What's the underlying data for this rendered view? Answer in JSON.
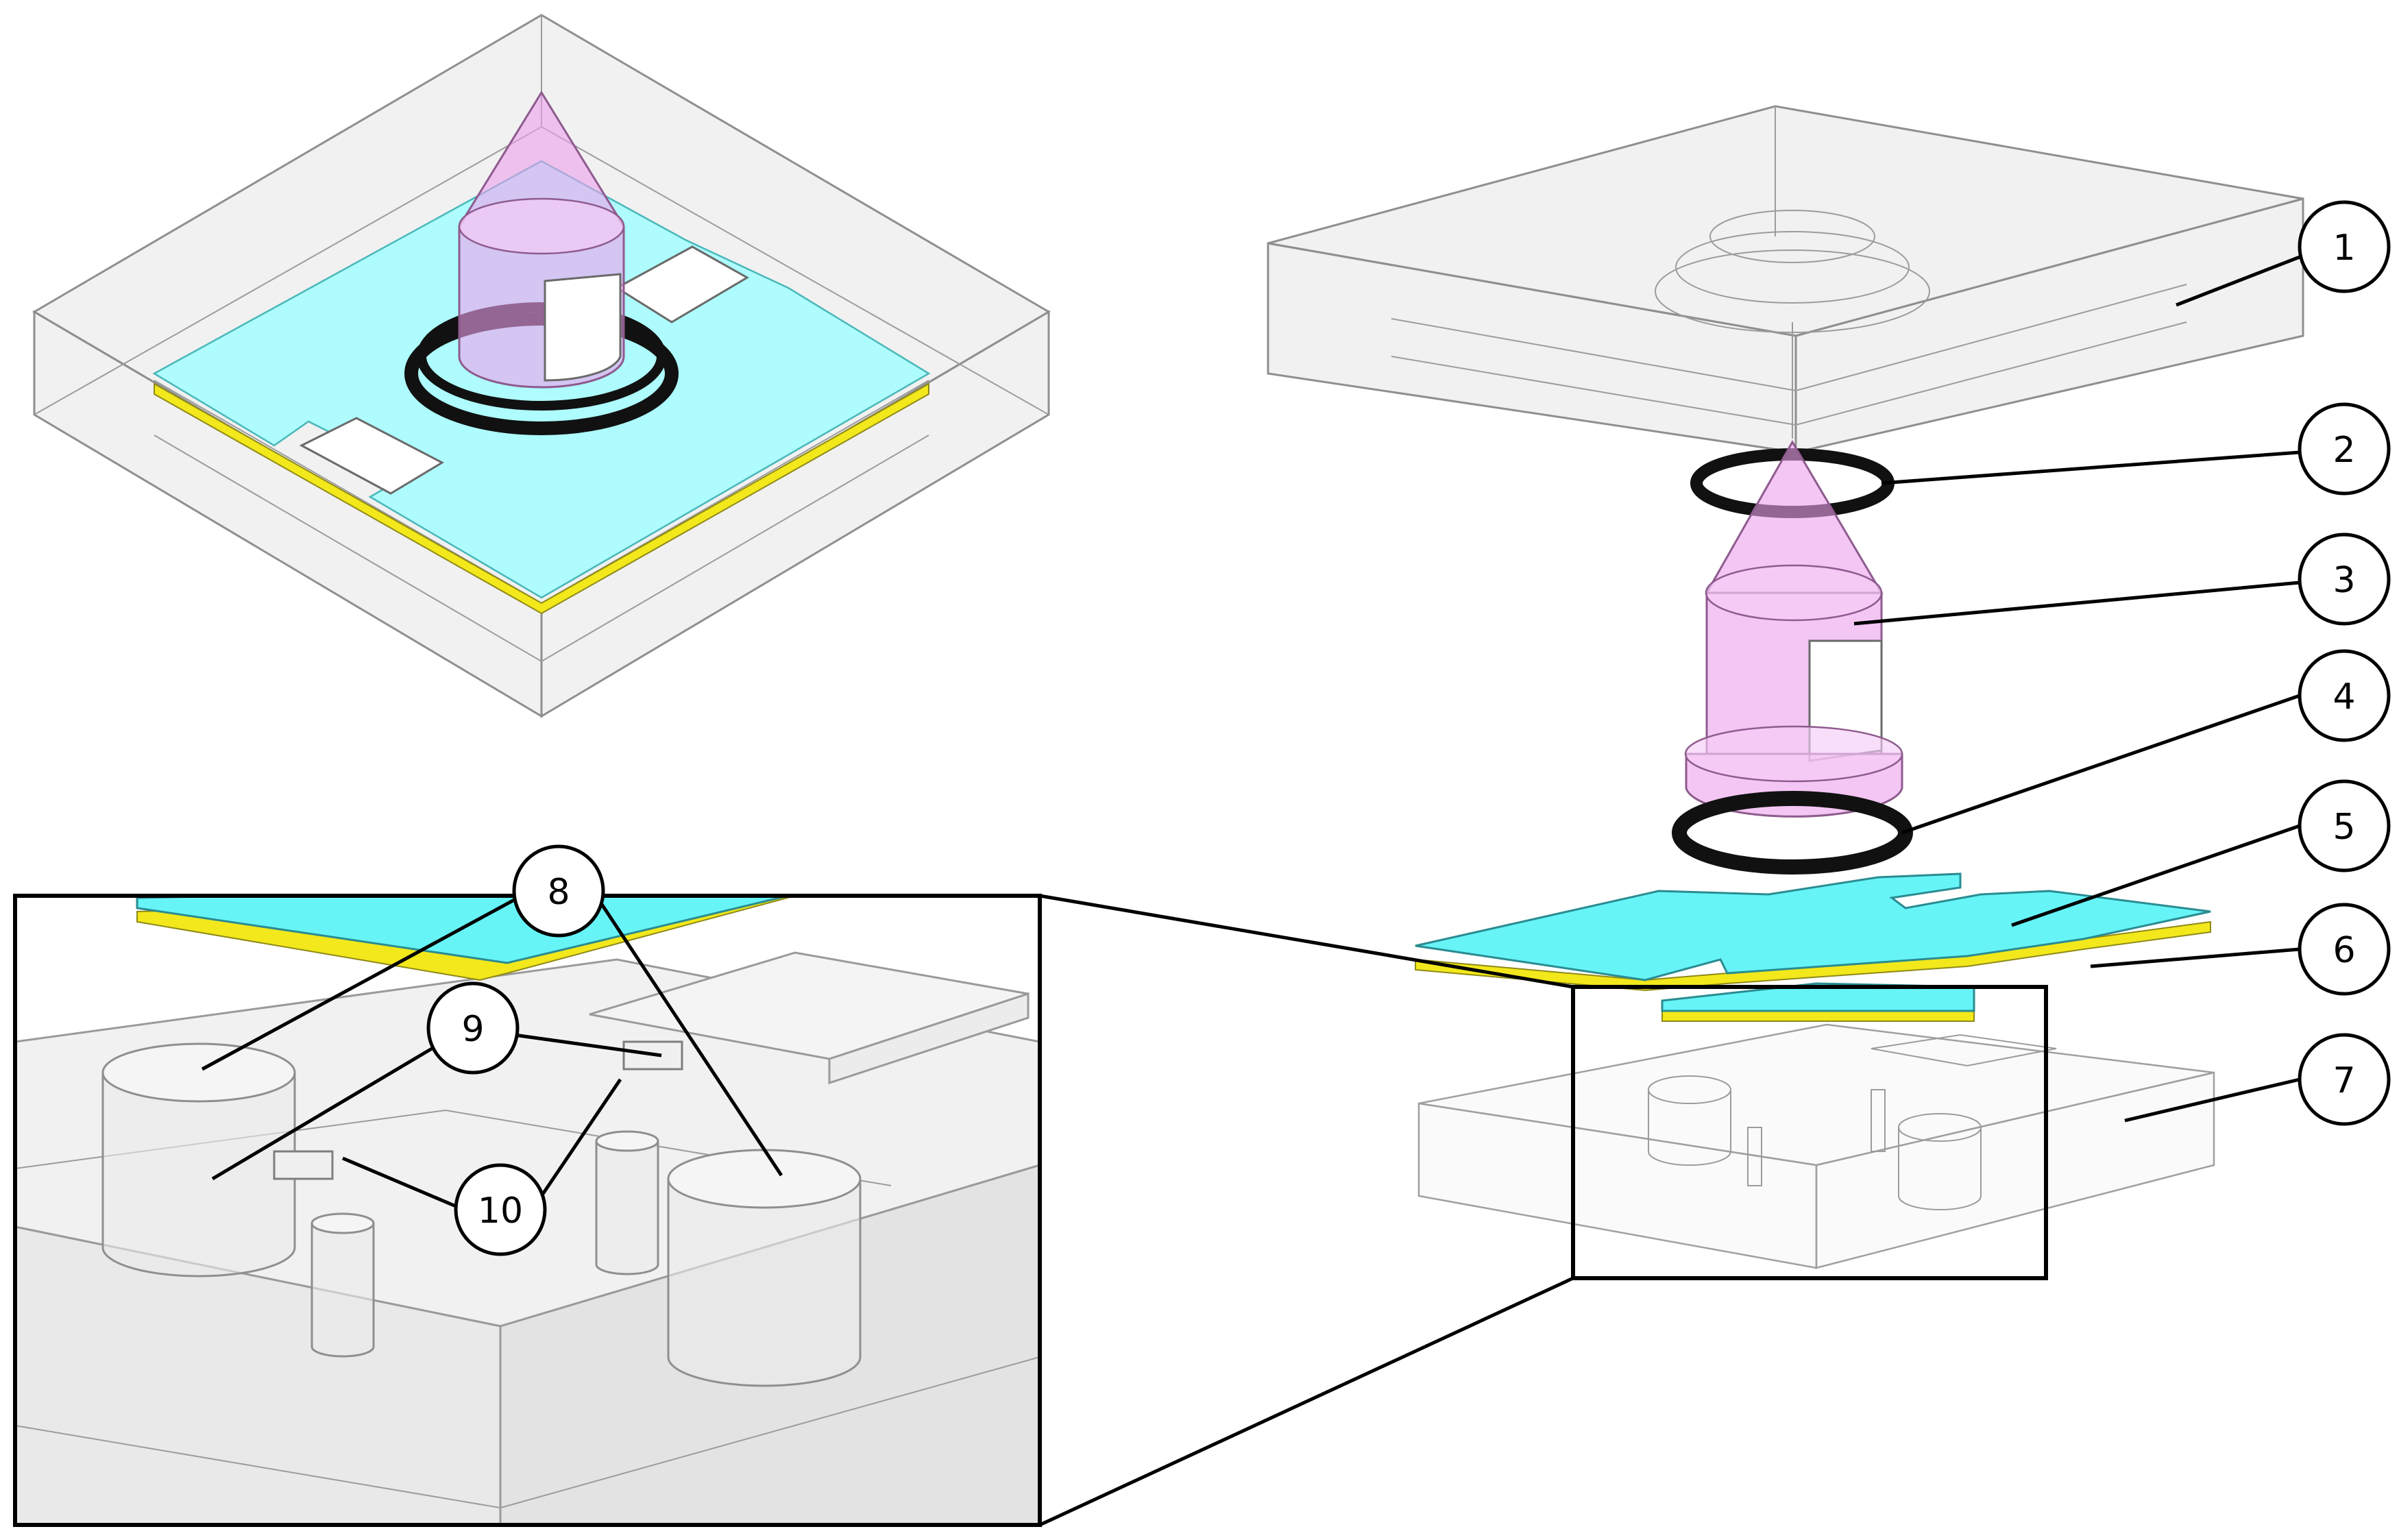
{
  "callouts": [
    {
      "id": "callout-1",
      "label": "1"
    },
    {
      "id": "callout-2",
      "label": "2"
    },
    {
      "id": "callout-3",
      "label": "3"
    },
    {
      "id": "callout-4",
      "label": "4"
    },
    {
      "id": "callout-5",
      "label": "5"
    },
    {
      "id": "callout-6",
      "label": "6"
    },
    {
      "id": "callout-7",
      "label": "7"
    },
    {
      "id": "callout-8",
      "label": "8"
    },
    {
      "id": "callout-9",
      "label": "9"
    },
    {
      "id": "callout-10",
      "label": "10"
    }
  ],
  "colors": {
    "pcb": "#66f4f7",
    "gold_layer": "#f2e81b",
    "nozzle": "#eca0ec",
    "o_ring": "#111111",
    "housing": "#e1e1e1"
  }
}
